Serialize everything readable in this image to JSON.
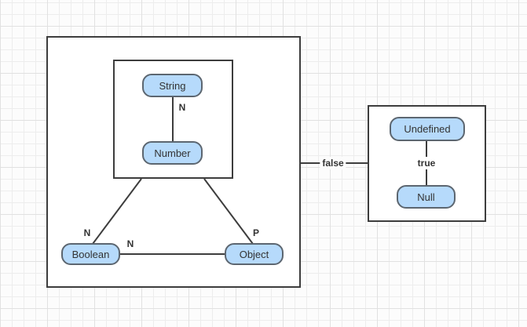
{
  "canvas": {
    "background_color": "#fcfcfc",
    "grid_minor_color": "#ededed",
    "grid_major_color": "#e1e1e1"
  },
  "palette": {
    "node_fill": "#b6dafb",
    "node_border": "#5c6670",
    "box_border": "#3d3d3d",
    "edge_color": "#3d3d3d",
    "text_color": "#333333"
  },
  "nodes": [
    {
      "id": "string",
      "label": "String"
    },
    {
      "id": "number",
      "label": "Number"
    },
    {
      "id": "boolean",
      "label": "Boolean"
    },
    {
      "id": "object",
      "label": "Object"
    },
    {
      "id": "undefined",
      "label": "Undefined"
    },
    {
      "id": "null",
      "label": "Null"
    }
  ],
  "groups": [
    {
      "id": "left-group",
      "contains": [
        "inner-group",
        "boolean",
        "object"
      ]
    },
    {
      "id": "inner-group",
      "contains": [
        "string",
        "number"
      ]
    },
    {
      "id": "right-group",
      "contains": [
        "undefined",
        "null"
      ]
    }
  ],
  "edges": [
    {
      "from": "string",
      "to": "number",
      "label": "N"
    },
    {
      "from": "inner-group",
      "to": "boolean",
      "label": "N"
    },
    {
      "from": "inner-group",
      "to": "object",
      "label": "P"
    },
    {
      "from": "boolean",
      "to": "object",
      "label": "N"
    },
    {
      "from": "left-group",
      "to": "right-group",
      "label": "false"
    },
    {
      "from": "undefined",
      "to": "null",
      "label": "true"
    }
  ]
}
